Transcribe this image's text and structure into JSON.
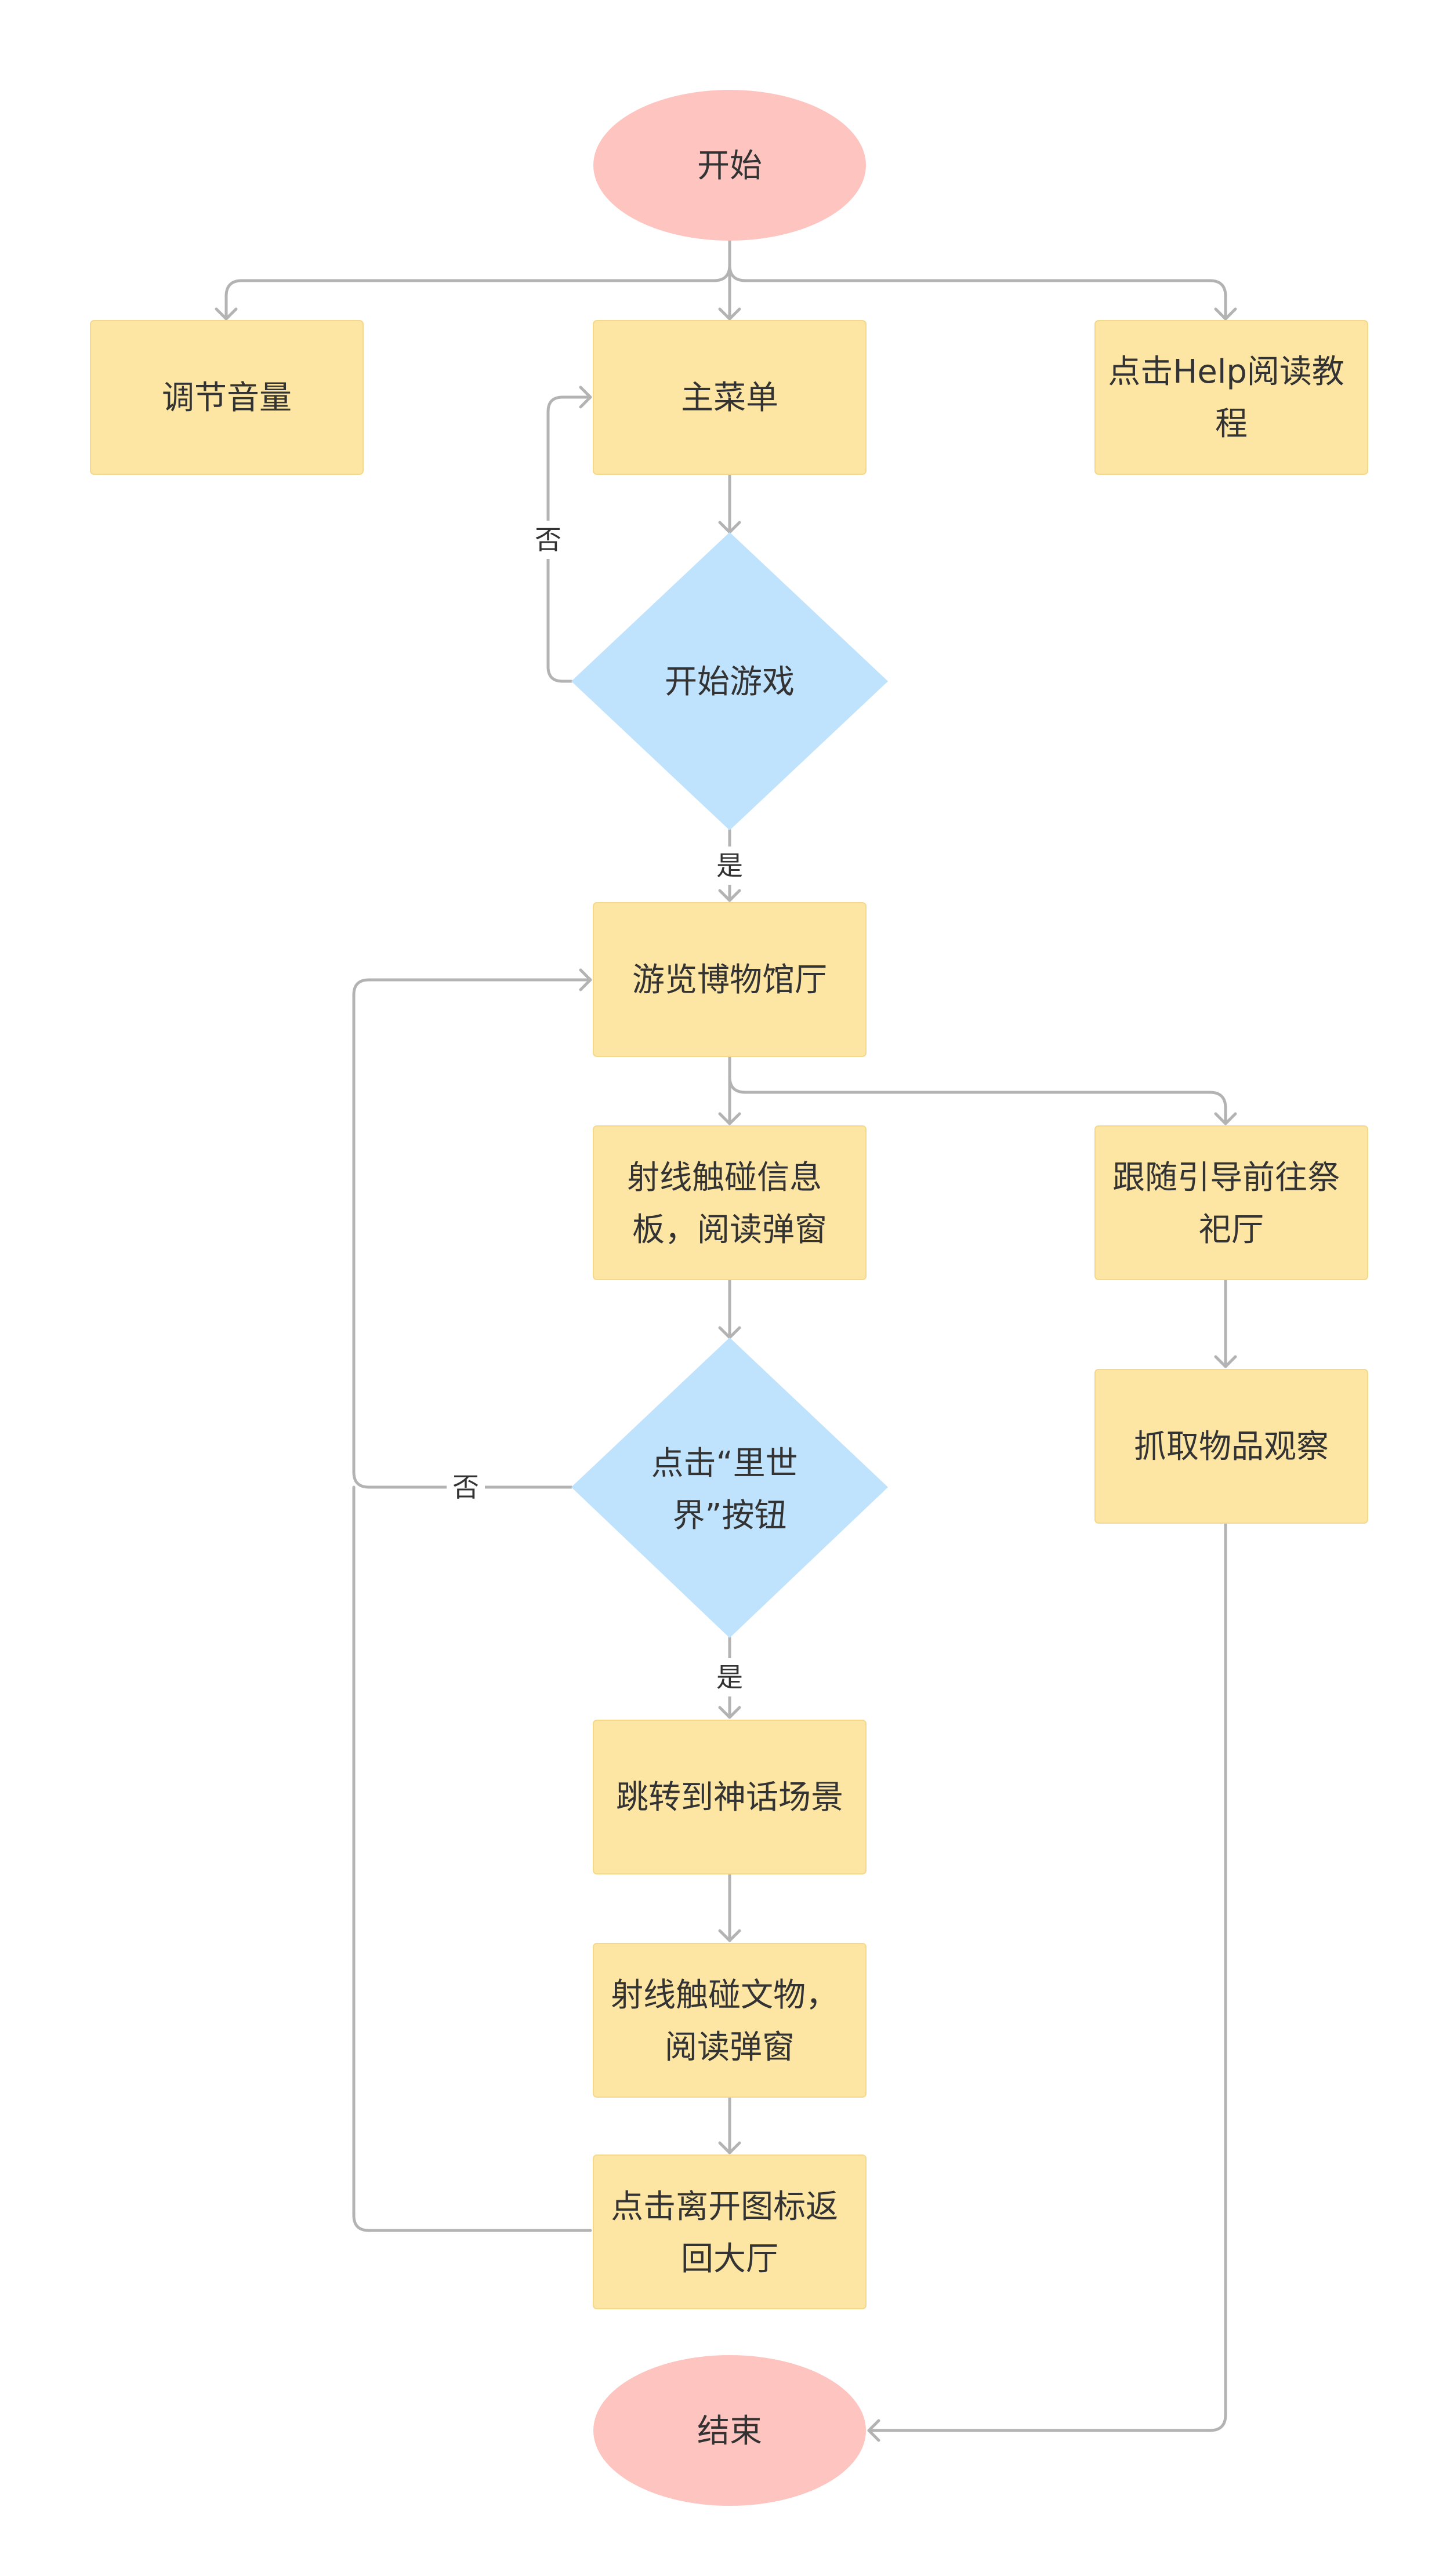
{
  "colors": {
    "terminal_fill": "#fec4c0",
    "process_fill": "#fde5a3",
    "process_stroke": "#f4d98c",
    "decision_fill": "#bfe2fd",
    "edge_stroke": "#b3b3b3",
    "text": "#333333"
  },
  "nodes": {
    "start": {
      "shape": "ellipse",
      "lines": [
        "开始"
      ]
    },
    "volume": {
      "shape": "rect",
      "lines": [
        "调节音量"
      ]
    },
    "main_menu": {
      "shape": "rect",
      "lines": [
        "主菜单"
      ]
    },
    "help": {
      "shape": "rect",
      "lines": [
        "点击Help阅读教",
        "程"
      ]
    },
    "start_game": {
      "shape": "diamond",
      "lines": [
        "开始游戏"
      ]
    },
    "tour_hall": {
      "shape": "rect",
      "lines": [
        "游览博物馆厅"
      ]
    },
    "ray_board": {
      "shape": "rect",
      "lines": [
        "射线触碰信息",
        "板，阅读弹窗"
      ]
    },
    "follow_guide": {
      "shape": "rect",
      "lines": [
        "跟随引导前往祭",
        "祀厅"
      ]
    },
    "grab_object": {
      "shape": "rect",
      "lines": [
        "抓取物品观察"
      ]
    },
    "inner_world": {
      "shape": "diamond",
      "lines": [
        "点击“里世",
        "界”按钮"
      ]
    },
    "myth_scene": {
      "shape": "rect",
      "lines": [
        "跳转到神话场景"
      ]
    },
    "ray_relic": {
      "shape": "rect",
      "lines": [
        "射线触碰文物，",
        "阅读弹窗"
      ]
    },
    "leave_icon": {
      "shape": "rect",
      "lines": [
        "点击离开图标返",
        "回大厅"
      ]
    },
    "end": {
      "shape": "ellipse",
      "lines": [
        "结束"
      ]
    }
  },
  "edge_labels": {
    "no_start_game": "否",
    "yes_start_game": "是",
    "no_inner_world": "否",
    "yes_inner_world": "是"
  }
}
